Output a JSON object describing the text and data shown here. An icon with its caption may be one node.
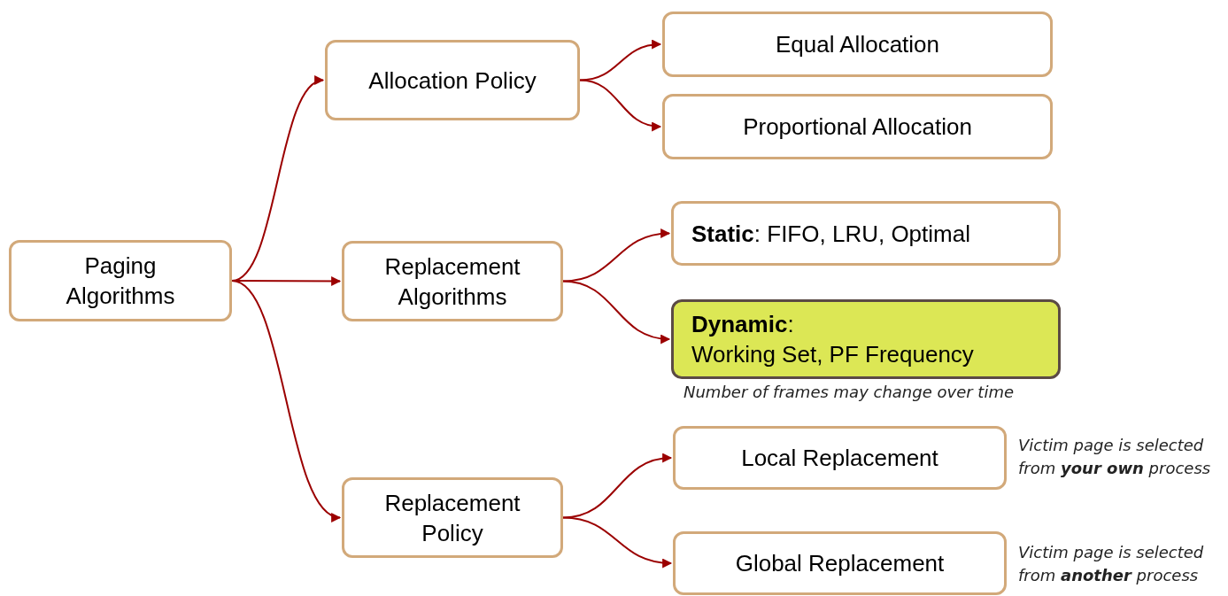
{
  "diagram": {
    "nodes": [
      {
        "text": [
          "Paging Algorithms"
        ]
      },
      {
        "text": [
          "Allocation Policy"
        ]
      },
      {
        "text": [
          "Replacement Algorithms"
        ]
      },
      {
        "text": [
          "Replacement Policy"
        ]
      },
      {
        "text": [
          "Equal Allocation"
        ]
      },
      {
        "text": [
          "Proportional Allocation"
        ]
      },
      {
        "text": [
          "**Static**: FIFO, LRU, Optimal"
        ]
      },
      {
        "text": [
          "**Dynamic**:",
          "Working Set, PF Frequency"
        ],
        "beside": [
          "Number of frames may change over time"
        ]
      },
      {
        "text": [
          "Local Replacement"
        ],
        "beside": [
          "Victim page is selected from **your own** process"
        ]
      },
      {
        "text": [
          "Global Replacement"
        ],
        "beside": [
          "Victim page is selected from **another** process"
        ]
      }
    ],
    "edges": [
      {
        "from": 0,
        "to": 1,
        "arrow": "to"
      },
      {
        "from": 0,
        "to": 2,
        "arrow": "to"
      },
      {
        "from": 0,
        "to": 3,
        "arrow": "to"
      },
      {
        "from": 1,
        "to": 4,
        "arrow": "to"
      },
      {
        "from": 1,
        "to": 5,
        "arrow": "to"
      },
      {
        "from": 2,
        "to": 6,
        "arrow": "to"
      },
      {
        "from": 2,
        "to": 7,
        "arrow": "to"
      },
      {
        "from": 3,
        "to": 8,
        "arrow": "to"
      },
      {
        "from": 3,
        "to": 9,
        "arrow": "to"
      }
    ]
  }
}
